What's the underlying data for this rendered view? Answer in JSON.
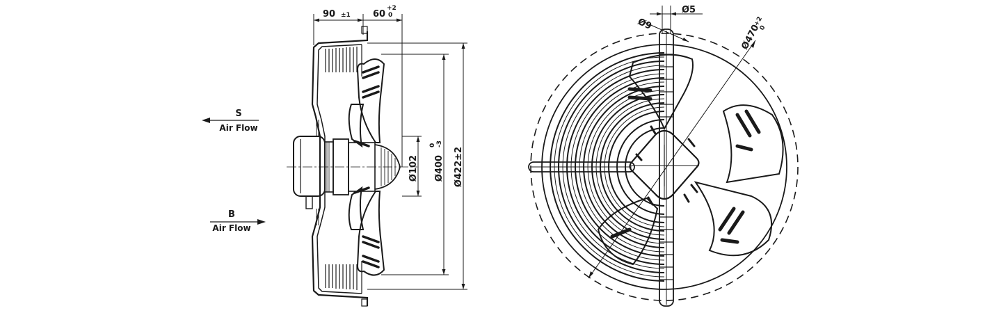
{
  "airflow": {
    "s_letter": "S",
    "s_text": "Air Flow",
    "b_letter": "B",
    "b_text": "Air Flow"
  },
  "side_view": {
    "depth_main": "90",
    "depth_main_tol": "±1",
    "depth_hub": "60",
    "depth_hub_tol_upper": "+2",
    "depth_hub_tol_lower": "0",
    "dia_hub": "Ø102",
    "dia_blade": "Ø400",
    "dia_blade_tol_upper": "0",
    "dia_blade_tol_lower": "-3",
    "dia_frame": "Ø422±2"
  },
  "front_view": {
    "hole_dia": "Ø9",
    "hole_dia_small": "Ø5",
    "bolt_circle": "Ø470",
    "bolt_circle_tol_upper": "+2",
    "bolt_circle_tol_lower": "0"
  }
}
